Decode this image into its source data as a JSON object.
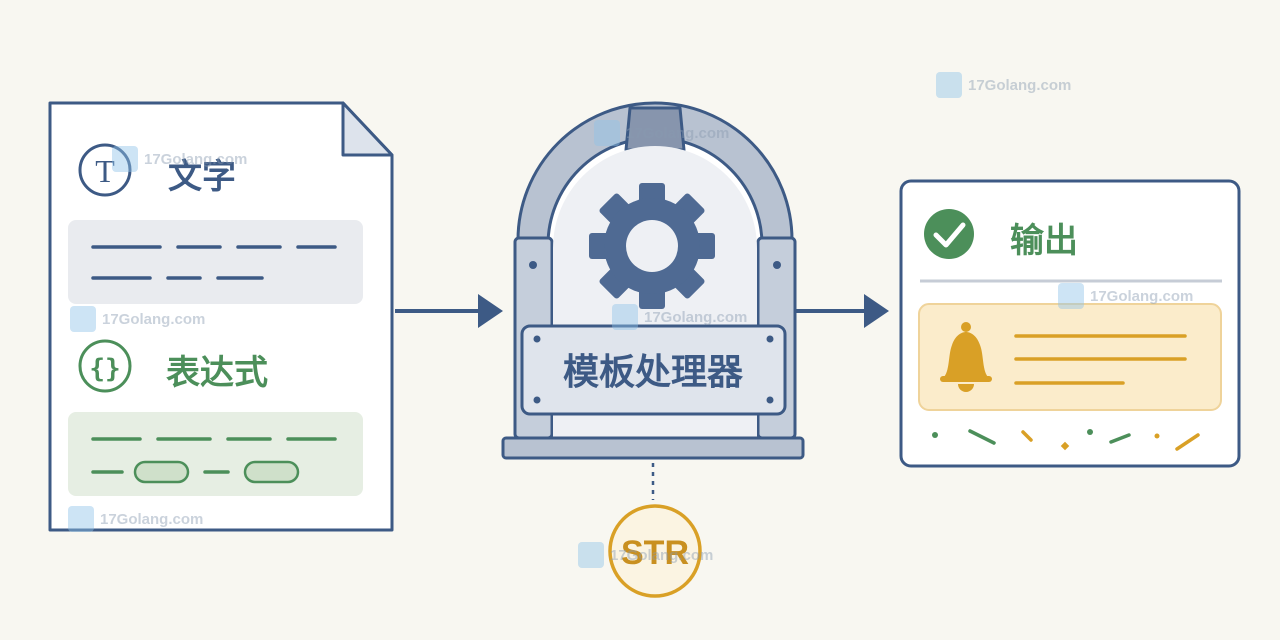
{
  "input_doc": {
    "text_section": {
      "label": "文字"
    },
    "expression_section": {
      "label": "表达式"
    }
  },
  "processor": {
    "label": "模板处理器"
  },
  "output_card": {
    "label": "输出"
  },
  "str_badge": {
    "label": "STR"
  },
  "watermark": {
    "text": "17Golang.com"
  },
  "icons": [
    "text-t-icon",
    "braces-icon",
    "gear-icon",
    "check-circle-icon",
    "bell-icon"
  ],
  "colors": {
    "navy": "#3d5a85",
    "slate": "#6f7f98",
    "green": "#4c8f5a",
    "gold": "#d9a026",
    "panel_gray": "#e9ebef",
    "panel_green": "#e6eee3",
    "panel_amber": "#fbeccb",
    "background": "#f8f7f1"
  }
}
